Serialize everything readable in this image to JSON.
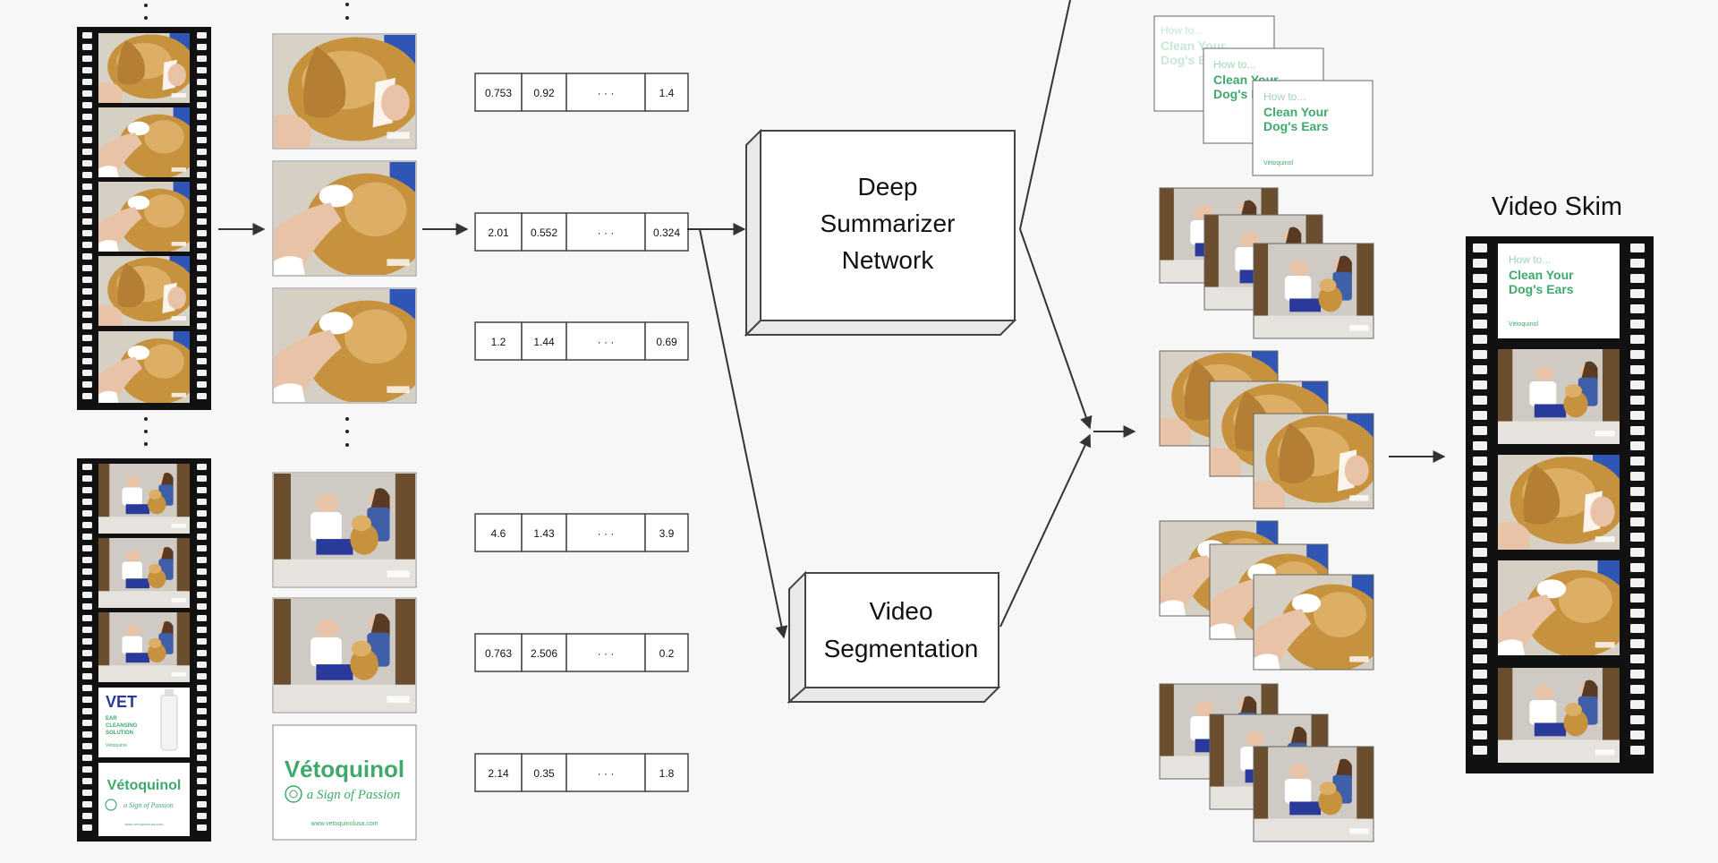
{
  "boxes": {
    "summarizer": {
      "line1": "Deep",
      "line2": "Summarizer",
      "line3": "Network"
    },
    "segmentation": {
      "line1": "Video",
      "line2": "Segmentation"
    }
  },
  "outputs": {
    "title_partial": "Video Skim"
  },
  "feature_vectors": [
    {
      "values": [
        "0.753",
        "0.92",
        "1.4"
      ]
    },
    {
      "values": [
        "2.01",
        "0.552",
        "0.324"
      ]
    },
    {
      "values": [
        "1.2",
        "1.44",
        "0.69"
      ]
    },
    {
      "values": [
        "4.6",
        "1.43",
        "3.9"
      ]
    },
    {
      "values": [
        "0.763",
        "2.506",
        "0.2"
      ]
    },
    {
      "values": [
        "2.14",
        "0.35",
        "1.8"
      ]
    }
  ],
  "ellipsis_text": "· · ·",
  "title_card": {
    "line1": "How to...",
    "line2": "Clean Your",
    "line3": "Dog's Ears",
    "brand": "Vétoquinol"
  },
  "partial_card": {
    "line2": "Clean Your",
    "line3": "Dog's E"
  },
  "logo_card": {
    "brand": "Vétoquinol",
    "tagline": "a Sign of Passion",
    "url": "www.vetoquinolusa.com"
  },
  "small_logo_card": {
    "brand": "Vétoquinol",
    "tagline": "a Sign of Passion",
    "url": "www.vetoquinolusa.com"
  },
  "vet_product_card": {
    "vet": "VET",
    "line1": "EAR",
    "line2": "CLEANSING",
    "line3": "SOLUTION",
    "brand": "Vétoquinol"
  },
  "colors": {
    "card_green": "#3fa96b",
    "card_green_light": "#9fd6b4",
    "wall": "#cfcac3",
    "wall_light": "#dedad3",
    "blue_panel": "#2f55b5",
    "dog": "#c7923e",
    "dog_light": "#dcae66",
    "skin": "#e8c3a8",
    "film": "#111111",
    "vet_blue": "#2a3a9a"
  },
  "icons": {
    "arrow": "arrow-right-icon",
    "dots": "vertical-ellipsis-icon"
  }
}
